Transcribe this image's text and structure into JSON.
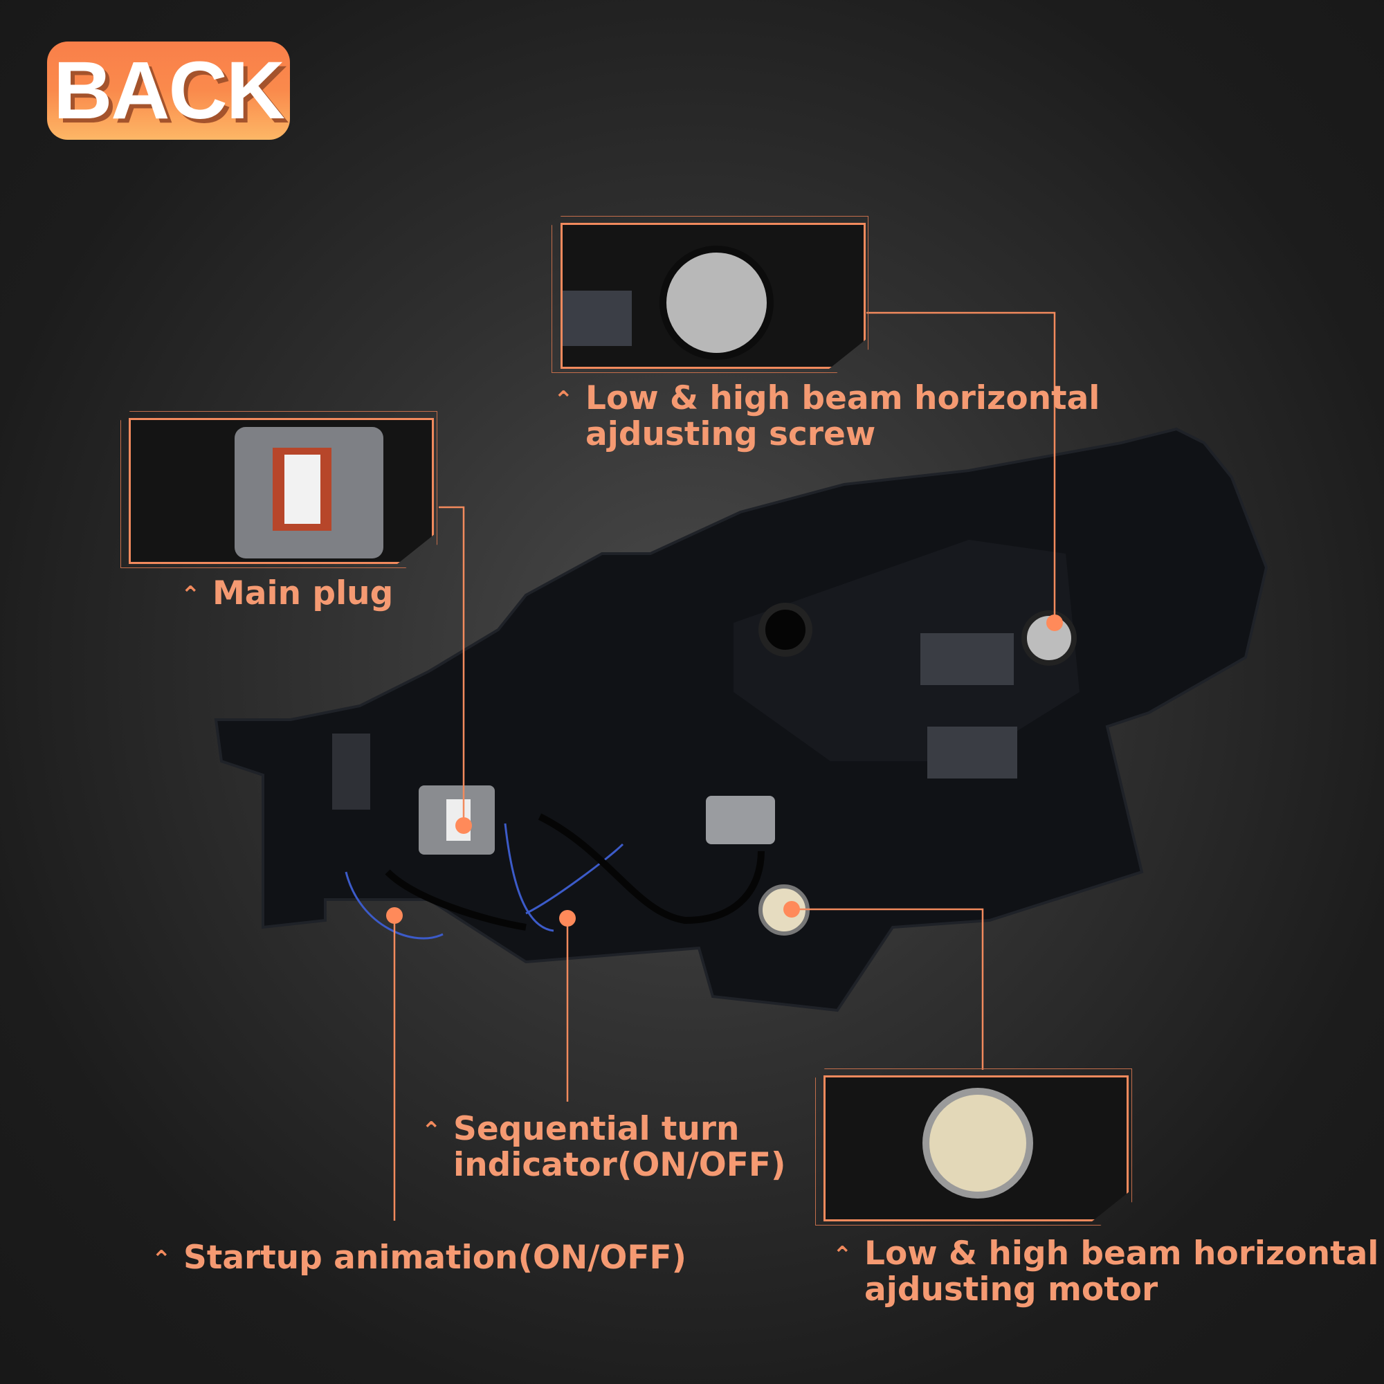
{
  "badge": {
    "label": "BACK"
  },
  "accent_color": "#f28a5d",
  "callouts": [
    {
      "id": "screw",
      "lines": [
        "Low & high beam horizontal",
        "ajdusting screw"
      ],
      "icon": "caret-up-icon"
    },
    {
      "id": "main-plug",
      "lines": [
        "Main plug"
      ],
      "icon": "caret-up-icon"
    },
    {
      "id": "sequential",
      "lines": [
        "Sequential turn",
        "indicator(ON/OFF)"
      ],
      "icon": "caret-up-icon"
    },
    {
      "id": "startup",
      "lines": [
        "Startup animation(ON/OFF)"
      ],
      "icon": "caret-up-icon"
    },
    {
      "id": "motor",
      "lines": [
        "Low & high beam horizontal",
        "ajdusting motor"
      ],
      "icon": "caret-up-icon"
    }
  ]
}
